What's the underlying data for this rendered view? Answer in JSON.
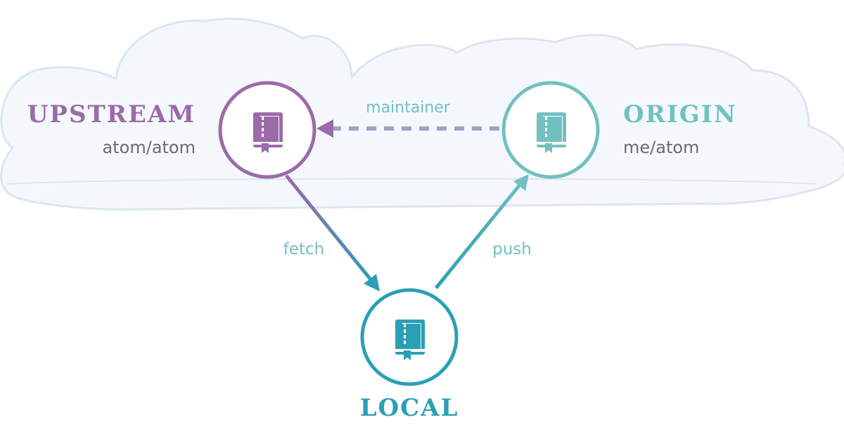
{
  "nodes": {
    "upstream": {
      "title": "UPSTREAM",
      "subtitle": "atom/atom",
      "color": "#9b6aa8",
      "icon": "repo-book-icon"
    },
    "origin": {
      "title": "ORIGIN",
      "subtitle": "me/atom",
      "color": "#72c0c1",
      "icon": "repo-book-icon"
    },
    "local": {
      "title": "LOCAL",
      "subtitle": "",
      "color": "#2a9fb5",
      "icon": "repo-book-icon"
    }
  },
  "edges": {
    "maintainer": {
      "label": "maintainer",
      "style": "dashed",
      "color": "#9ea1c6"
    },
    "fetch": {
      "label": "fetch",
      "color": "#72c0c1"
    },
    "push": {
      "label": "push",
      "color": "#72c0c1"
    }
  },
  "colors": {
    "subtitle_text": "#6d6d6d",
    "cloud_fill": "#f4f8fc",
    "cloud_stroke_left": "#d6e9f0",
    "cloud_stroke_right": "#e6e0ee"
  }
}
